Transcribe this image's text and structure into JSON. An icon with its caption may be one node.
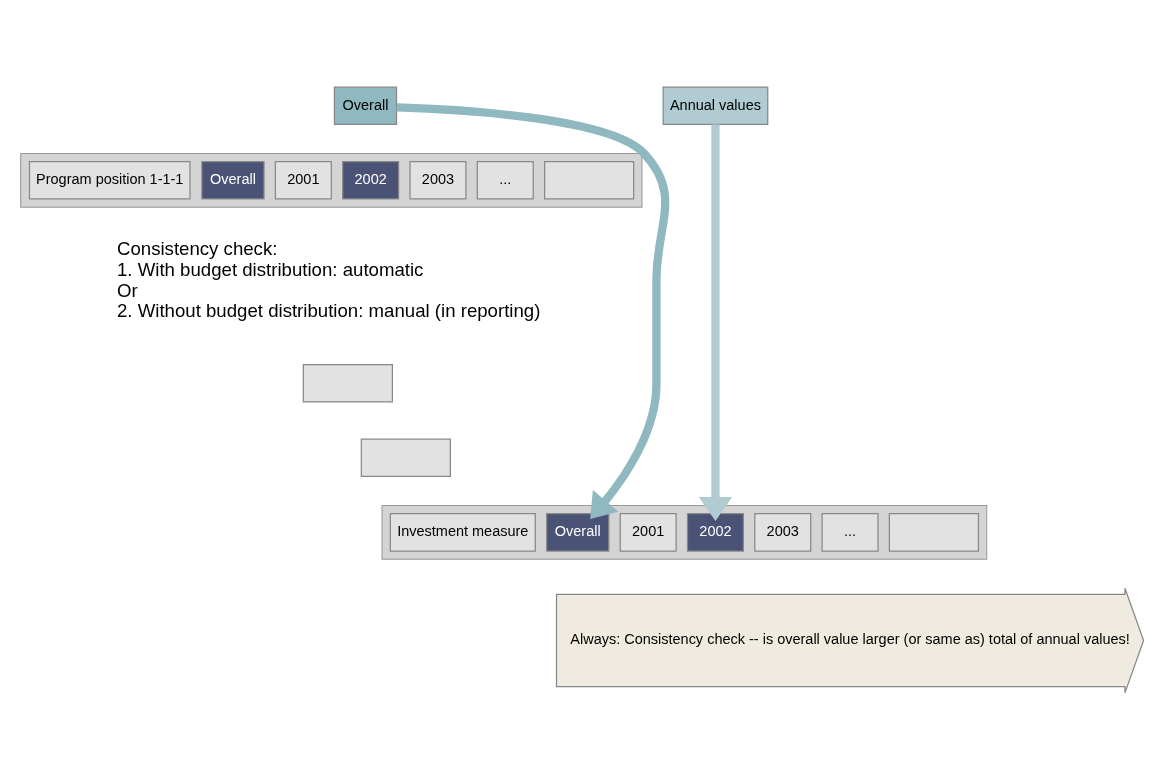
{
  "diagram": {
    "nodes": [
      {
        "text": [
          "Overall"
        ]
      },
      {
        "text": [
          "Annual values"
        ]
      },
      {
        "text": [],
        "shape": "box"
      },
      {
        "text": [
          "Program position 1-1-1"
        ],
        "in": 2
      },
      {
        "text": [
          "Overall"
        ],
        "in": 2
      },
      {
        "text": [
          "2001"
        ],
        "in": 2
      },
      {
        "text": [
          "2002"
        ],
        "in": 2
      },
      {
        "text": [
          "2003"
        ],
        "in": 2
      },
      {
        "text": [
          "..."
        ],
        "in": 2
      },
      {
        "text": [],
        "shape": "box",
        "in": 2
      },
      {
        "text": [],
        "shape": "box"
      },
      {
        "text": [],
        "shape": "box"
      },
      {
        "text": [],
        "shape": "box"
      },
      {
        "text": [
          "Investment measure"
        ],
        "in": 12
      },
      {
        "text": [
          "Overall"
        ],
        "in": 12
      },
      {
        "text": [
          "2001"
        ],
        "in": 12
      },
      {
        "text": [
          "2002"
        ],
        "in": 12
      },
      {
        "text": [
          "2003"
        ],
        "in": 12
      },
      {
        "text": [
          "..."
        ],
        "in": 12
      },
      {
        "text": [],
        "shape": "box",
        "in": 12
      },
      {
        "text": [
          "Always: Consistency check -- is overall value larger (or same as) total of annual values!"
        ]
      }
    ],
    "edges": [
      {
        "from": 0,
        "to": 14,
        "arrow": "to",
        "color": "#8fb8c0"
      },
      {
        "from": 1,
        "to": 16,
        "arrow": "to",
        "color": "#b0ccd2"
      }
    ],
    "labels": [
      "Consistency check:",
      "1. With budget distribution: automatic",
      "Or",
      "2. Without budget distribution: manual (in reporting)"
    ]
  }
}
